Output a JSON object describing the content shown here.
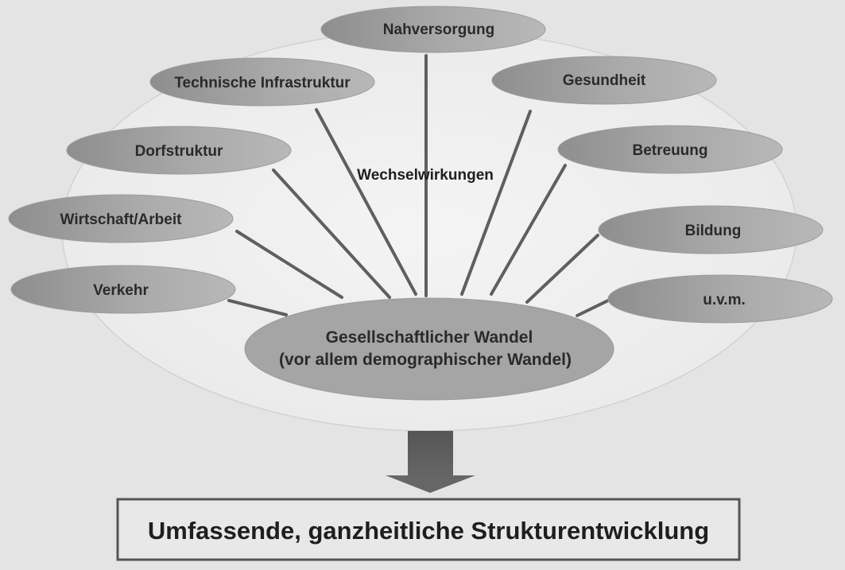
{
  "diagram": {
    "center": {
      "line1": "Gesellschaftlicher Wandel",
      "line2": "(vor allem demographischer Wandel)"
    },
    "interaction_label": "Wechselwirkungen",
    "topics": [
      "Nahversorgung",
      "Technische Infrastruktur",
      "Gesundheit",
      "Dorfstruktur",
      "Betreuung",
      "Wirtschaft/Arbeit",
      "Bildung",
      "Verkehr",
      "u.v.m."
    ],
    "result": "Umfassende, ganzheitliche Strukturentwicklung"
  }
}
